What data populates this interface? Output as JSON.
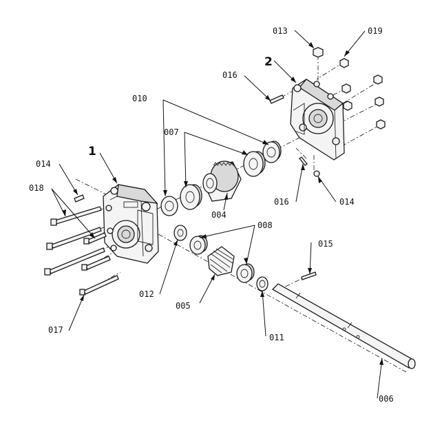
{
  "assembly_labels": {
    "housing_left": "1",
    "housing_right": "2"
  },
  "part_labels": {
    "p004": "004",
    "p005": "005",
    "p006": "006",
    "p007": "007",
    "p008": "008",
    "p010": "010",
    "p011": "011",
    "p012": "012",
    "p013": "013",
    "p014_left": "014",
    "p014_right": "014",
    "p015": "015",
    "p016_top": "016",
    "p016_bottom": "016",
    "p017": "017",
    "p018": "018",
    "p019": "019"
  }
}
